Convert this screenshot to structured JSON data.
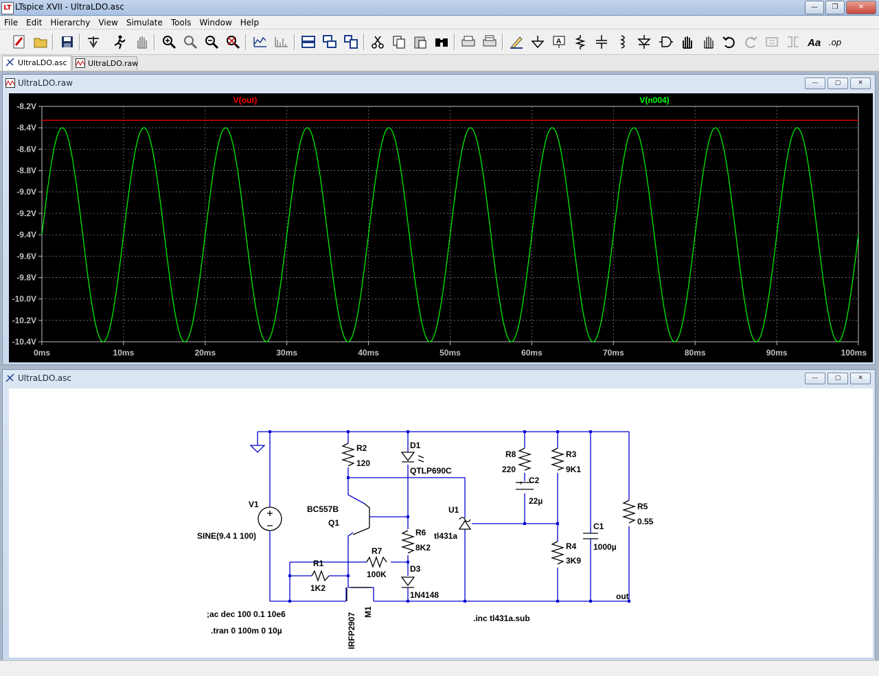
{
  "window": {
    "title": "LTspice XVII - UltraLDO.asc",
    "app_icon": "LT"
  },
  "menu": [
    "File",
    "Edit",
    "Hierarchy",
    "View",
    "Simulate",
    "Tools",
    "Window",
    "Help"
  ],
  "doc_tabs": [
    {
      "label": "UltraLDO.asc",
      "active": true
    },
    {
      "label": "UltraLDO.raw",
      "active": false
    }
  ],
  "waveform_window": {
    "title": "UltraLDO.raw"
  },
  "schematic_window": {
    "title": "UltraLDO.asc"
  },
  "chart_data": {
    "type": "line",
    "series": [
      {
        "name": "V(out)",
        "color": "#ff0000",
        "kind": "constant",
        "value": -8.33
      },
      {
        "name": "V(n004)",
        "color": "#00ff00",
        "kind": "sine",
        "offset": -9.4,
        "amplitude": 1.0,
        "frequency_hz": 100,
        "phase_deg": 0
      }
    ],
    "x_ticks": [
      "0ms",
      "10ms",
      "20ms",
      "30ms",
      "40ms",
      "50ms",
      "60ms",
      "70ms",
      "80ms",
      "90ms",
      "100ms"
    ],
    "y_ticks": [
      "-8.2V",
      "-8.4V",
      "-8.6V",
      "-8.8V",
      "-9.0V",
      "-9.2V",
      "-9.4V",
      "-9.6V",
      "-9.8V",
      "-10.0V",
      "-10.2V",
      "-10.4V"
    ],
    "xlim": [
      0,
      0.1
    ],
    "ylim": [
      -10.4,
      -8.2
    ],
    "grid": true,
    "background": "#000000",
    "grid_color": "#808080",
    "tick_label_color": "#c0c0c0"
  },
  "schematic": {
    "components": [
      {
        "ref": "V1",
        "value": "SINE(9.4 1 100)"
      },
      {
        "ref": "R1",
        "value": "1K2"
      },
      {
        "ref": "R2",
        "value": "120"
      },
      {
        "ref": "Q1",
        "value": "BC557B"
      },
      {
        "ref": "R7",
        "value": "100K"
      },
      {
        "ref": "M1",
        "value": "IRFP2907"
      },
      {
        "ref": "D1",
        "value": "QTLP690C"
      },
      {
        "ref": "R6",
        "value": "8K2"
      },
      {
        "ref": "D3",
        "value": "1N4148"
      },
      {
        "ref": "U1",
        "value": "tl431a"
      },
      {
        "ref": "R8",
        "value": "220"
      },
      {
        "ref": "C2",
        "value": "22µ"
      },
      {
        "ref": "R3",
        "value": "9K1"
      },
      {
        "ref": "R4",
        "value": "3K9"
      },
      {
        "ref": "C1",
        "value": "1000µ"
      },
      {
        "ref": "R5",
        "value": "0.55"
      }
    ],
    "net_label_out": "out",
    "directives": [
      ";ac dec 100 0.1 10e6",
      ".tran 0 100m 0 10µ",
      ".inc tl431a.sub"
    ]
  }
}
